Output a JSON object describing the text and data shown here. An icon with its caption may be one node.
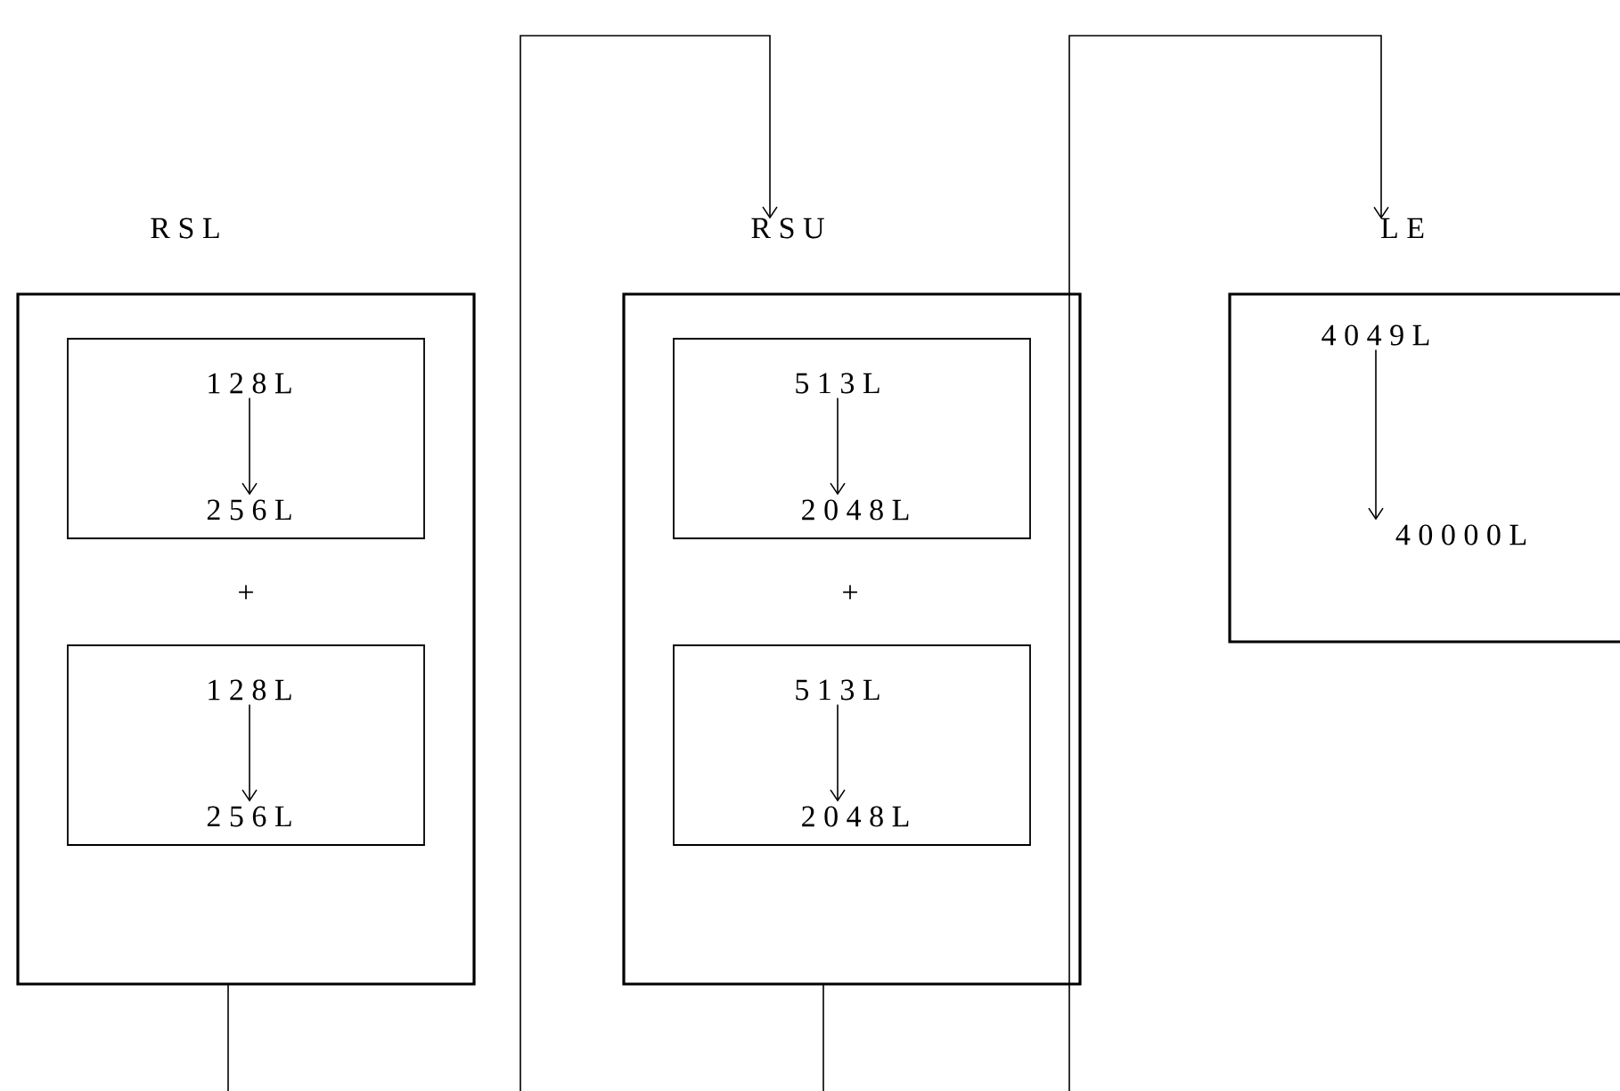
{
  "diagram": {
    "nodes": [
      {
        "text": [
          "R S L"
        ]
      },
      {
        "text": [],
        "shape": "box",
        "in": 0
      },
      {
        "text": [
          "1 2 8 L"
        ],
        "in": 1
      },
      {
        "text": [
          "2 5 6 L"
        ],
        "in": 1
      },
      {
        "text": [],
        "shape": "box",
        "in": 0
      },
      {
        "text": [
          "1 2 8 L"
        ],
        "in": 4
      },
      {
        "text": [
          "2 5 6 L"
        ],
        "in": 4
      },
      {
        "text": [
          "R S U"
        ]
      },
      {
        "text": [],
        "shape": "box",
        "in": 7
      },
      {
        "text": [
          "5 1 3 L"
        ],
        "in": 8
      },
      {
        "text": [
          "2 0 4 8 L"
        ],
        "in": 8
      },
      {
        "text": [],
        "shape": "box",
        "in": 7
      },
      {
        "text": [
          "5 1 3 L"
        ],
        "in": 11
      },
      {
        "text": [
          "2 0 4 8 L"
        ],
        "in": 11
      },
      {
        "text": [
          "L E"
        ]
      },
      {
        "text": [
          "4 0 4 9 L"
        ],
        "in": 14
      },
      {
        "text": [
          "4 0 0 0 0 L"
        ],
        "in": 14
      }
    ],
    "edges": [
      {
        "from": 2,
        "to": 3,
        "arrow": "to"
      },
      {
        "from": 5,
        "to": 6,
        "arrow": "to"
      },
      {
        "from": 9,
        "to": 10,
        "arrow": "to"
      },
      {
        "from": 12,
        "to": 13,
        "arrow": "to"
      },
      {
        "from": 15,
        "to": 16,
        "arrow": "to"
      },
      {
        "from": 0,
        "to": null,
        "arrow": "none"
      },
      {
        "from": null,
        "to": 7,
        "arrow": "to"
      },
      {
        "from": 7,
        "to": null,
        "arrow": "none"
      },
      {
        "from": null,
        "to": 14,
        "arrow": "to"
      }
    ],
    "labels": [
      "+",
      "+"
    ]
  }
}
